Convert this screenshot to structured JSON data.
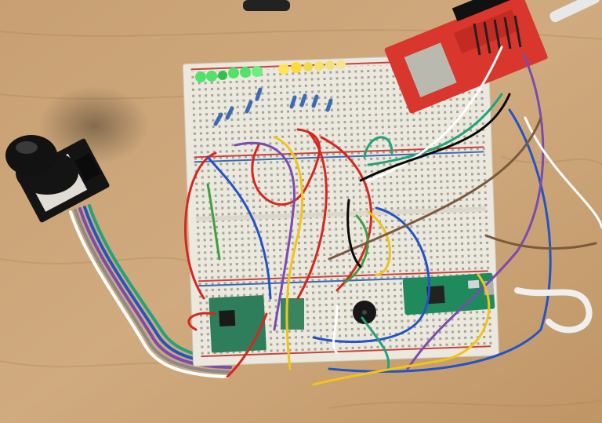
{
  "scene": {
    "surface": "wooden-table",
    "colors": {
      "wood": "#c9a477",
      "wood_dark": "#a7804f",
      "breadboard": "#e9e6dc",
      "board_hole": "#6f6a60",
      "rail_red": "#c8443c",
      "rail_blue": "#3a6bb5",
      "pcb_red": "#d9362d",
      "pico_green": "#1f8a5b",
      "joystick_black": "#141414"
    },
    "led_colors": [
      "#4fe36a",
      "#4fe36a",
      "#2ec24d",
      "#4fe36a",
      "#4fe36a",
      "#6bf07b",
      "#ffe45a",
      "#ffd93a",
      "#f2d84a",
      "#f7e16a",
      "#f4e07a",
      "#f6e58e"
    ],
    "wire_colors": [
      "#d6271f",
      "#2254c6",
      "#7a4bb0",
      "#21a37a",
      "#f0c419",
      "#ffffff",
      "#7b5a3c",
      "#0a0a0a",
      "#3f9e3f"
    ],
    "components": [
      "breadboard",
      "joystick-module",
      "tft-display-module",
      "raspberry-pi-pico",
      "buzzer",
      "led-bar",
      "resistors",
      "jumper-wires",
      "ribbon-cable"
    ]
  }
}
